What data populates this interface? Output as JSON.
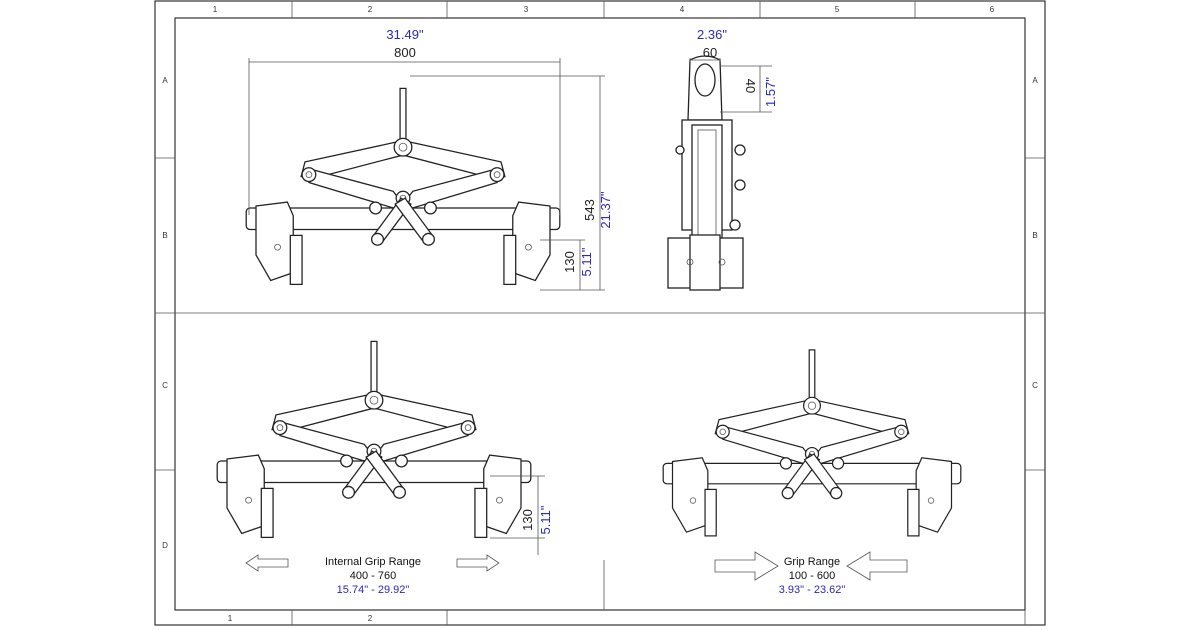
{
  "zones": {
    "columns": [
      "1",
      "2",
      "3",
      "4",
      "5",
      "6"
    ],
    "rows": [
      "A",
      "B",
      "C",
      "D"
    ],
    "bottom_columns": [
      "1",
      "2"
    ]
  },
  "top_view": {
    "width_in": "31.49\"",
    "width_mm": "800",
    "height_mm": "543",
    "height_in": "21.37\"",
    "jaw_mm": "130",
    "jaw_in": "5.11\""
  },
  "side_view": {
    "width_in": "2.36\"",
    "width_mm": "60",
    "eye_mm": "40",
    "eye_in": "1.57\""
  },
  "internal_view": {
    "jaw_mm": "130",
    "jaw_in": "5.11\"",
    "caption": "Internal Grip Range",
    "range_mm": "400 - 760",
    "range_in": "15.74\" - 29.92\""
  },
  "external_view": {
    "caption": "Grip Range",
    "range_mm": "100 - 600",
    "range_in": "3.93\" - 23.62\""
  },
  "colors": {
    "imperial": "#2a2ab8",
    "line": "#222222"
  }
}
